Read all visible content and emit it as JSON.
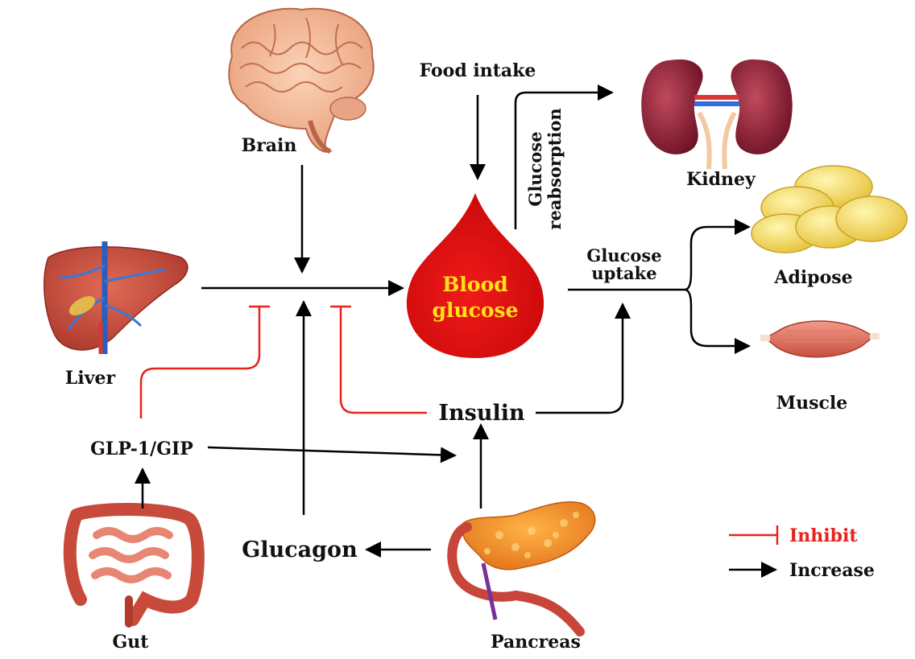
{
  "organs": {
    "brain": "Brain",
    "kidney": "Kidney",
    "adipose": "Adipose",
    "muscle": "Muscle",
    "liver": "Liver",
    "gut": "Gut",
    "pancreas": "Pancreas"
  },
  "hormones": {
    "glp1_gip": "GLP-1/GIP",
    "insulin": "Insulin",
    "glucagon": "Glucagon"
  },
  "process": {
    "food_intake": "Food intake",
    "reabsorption_line1": "Glucose",
    "reabsorption_line2": "reabsorption",
    "uptake_line1": "Glucose",
    "uptake_line2": "uptake"
  },
  "center": {
    "line1": "Blood",
    "line2": "glucose"
  },
  "legend": {
    "inhibit": "Inhibit",
    "increase": "Increase"
  },
  "colors": {
    "inhibit": "#e8231a",
    "increase": "#000000",
    "blood_drop": "#e01010",
    "blood_text": "#ffe21a"
  }
}
